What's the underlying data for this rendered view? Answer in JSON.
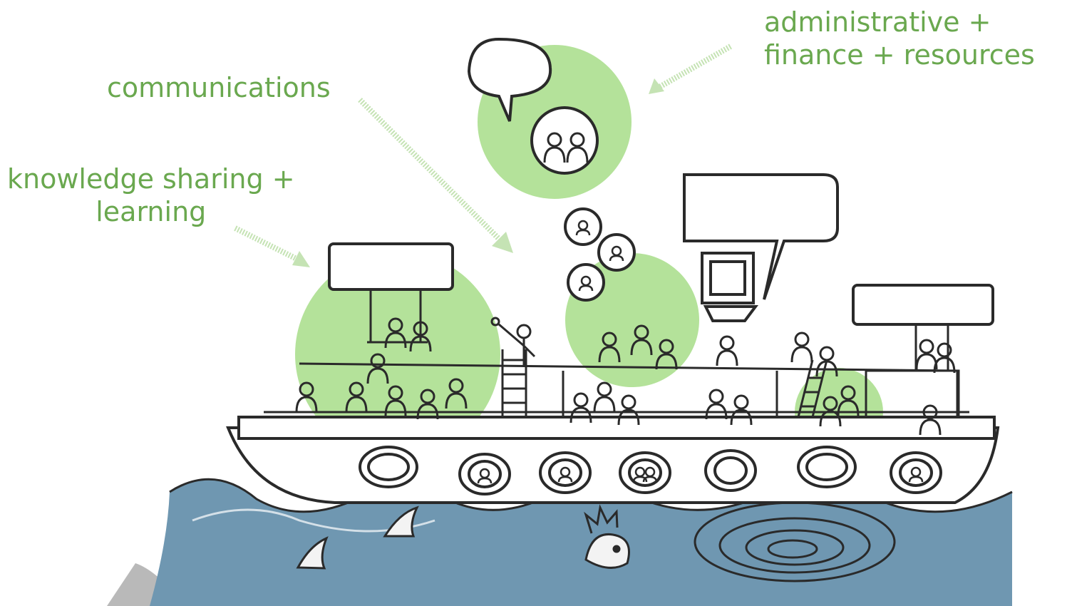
{
  "labels": {
    "admin_line1": "administrative +",
    "admin_line2": "finance + resources",
    "communications": "communications",
    "knowledge_line1": "knowledge sharing +",
    "knowledge_line2": "learning"
  },
  "colors": {
    "label_green": "#6aa84f",
    "highlight_green": "#b4e29a",
    "sea_blue": "#6f97b1",
    "ink": "#2a2a2a",
    "arrow_green": "#c5e3b4"
  }
}
